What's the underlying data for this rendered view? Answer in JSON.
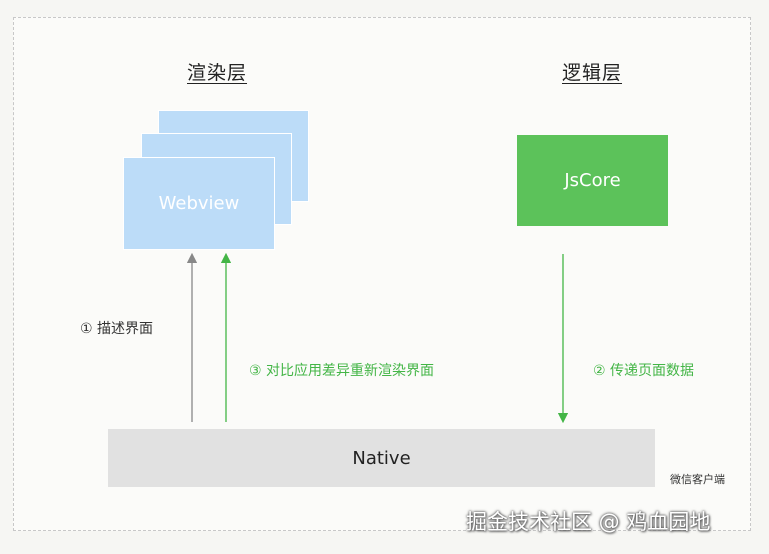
{
  "headers": {
    "render_layer": "渲染层",
    "logic_layer": "逻辑层"
  },
  "boxes": {
    "webview": "Webview",
    "jscore": "JsCore",
    "native": "Native"
  },
  "labels": {
    "describe_ui": "① 描述界面",
    "diff_rerender": "③ 对比应用差异重新渲染界面",
    "pass_data": "② 传递页面数据"
  },
  "client_label": "微信客户端",
  "footer_watermark": "掘金技术社区 @ 鸡血园地",
  "colors": {
    "blue": "#bcdcf8",
    "green": "#5cc25a",
    "native_gray": "#e1e1e1",
    "arrow_gray": "#888888",
    "arrow_green": "#43b546"
  }
}
